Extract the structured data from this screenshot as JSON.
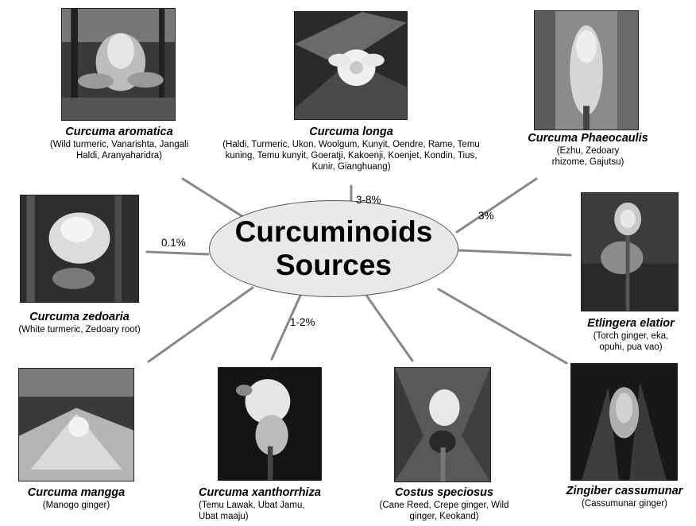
{
  "center": {
    "line1": "Curcuminoids",
    "line2": "Sources"
  },
  "plants": [
    {
      "name": "Curcuma aromatica",
      "common": "(Wild turmeric, Vanarishta, Jangali Haldi, Aranyaharidra)",
      "percent": ""
    },
    {
      "name": "Curcuma longa",
      "common": "(Haldi, Turmeric, Ukon, Woolgum,  Kunyit, Oendre, Rame, Temu kuning, Temu kunyit, Goeratji, Kakoenji, Koenjet, Kondin, Tius, Kunir, Gianghuang)",
      "percent": "3-8%"
    },
    {
      "name": "Curcuma Phaeocaulis",
      "common": "(Ezhu, Zedoary rhizome, Gajutsu)",
      "percent": "3%"
    },
    {
      "name": "Curcuma zedoaria",
      "common": "(White turmeric, Zedoary root)",
      "percent": "0.1%"
    },
    {
      "name": "Etlingera elatior",
      "common": "(Torch ginger, eka, opuhi, pua vao)",
      "percent": ""
    },
    {
      "name": "Curcuma mangga",
      "common": "(Manogo ginger)",
      "percent": ""
    },
    {
      "name": "Curcuma xanthorrhiza",
      "common": "(Temu Lawak, Ubat Jamu, Ubat maaju)",
      "percent": "1-2%"
    },
    {
      "name": "Costus speciosus",
      "common": "(Cane Reed, Crepe ginger, Wild ginger, Keokand)",
      "percent": ""
    },
    {
      "name": "Zingiber cassumunar",
      "common": "(Cassumunar ginger)",
      "percent": ""
    }
  ]
}
